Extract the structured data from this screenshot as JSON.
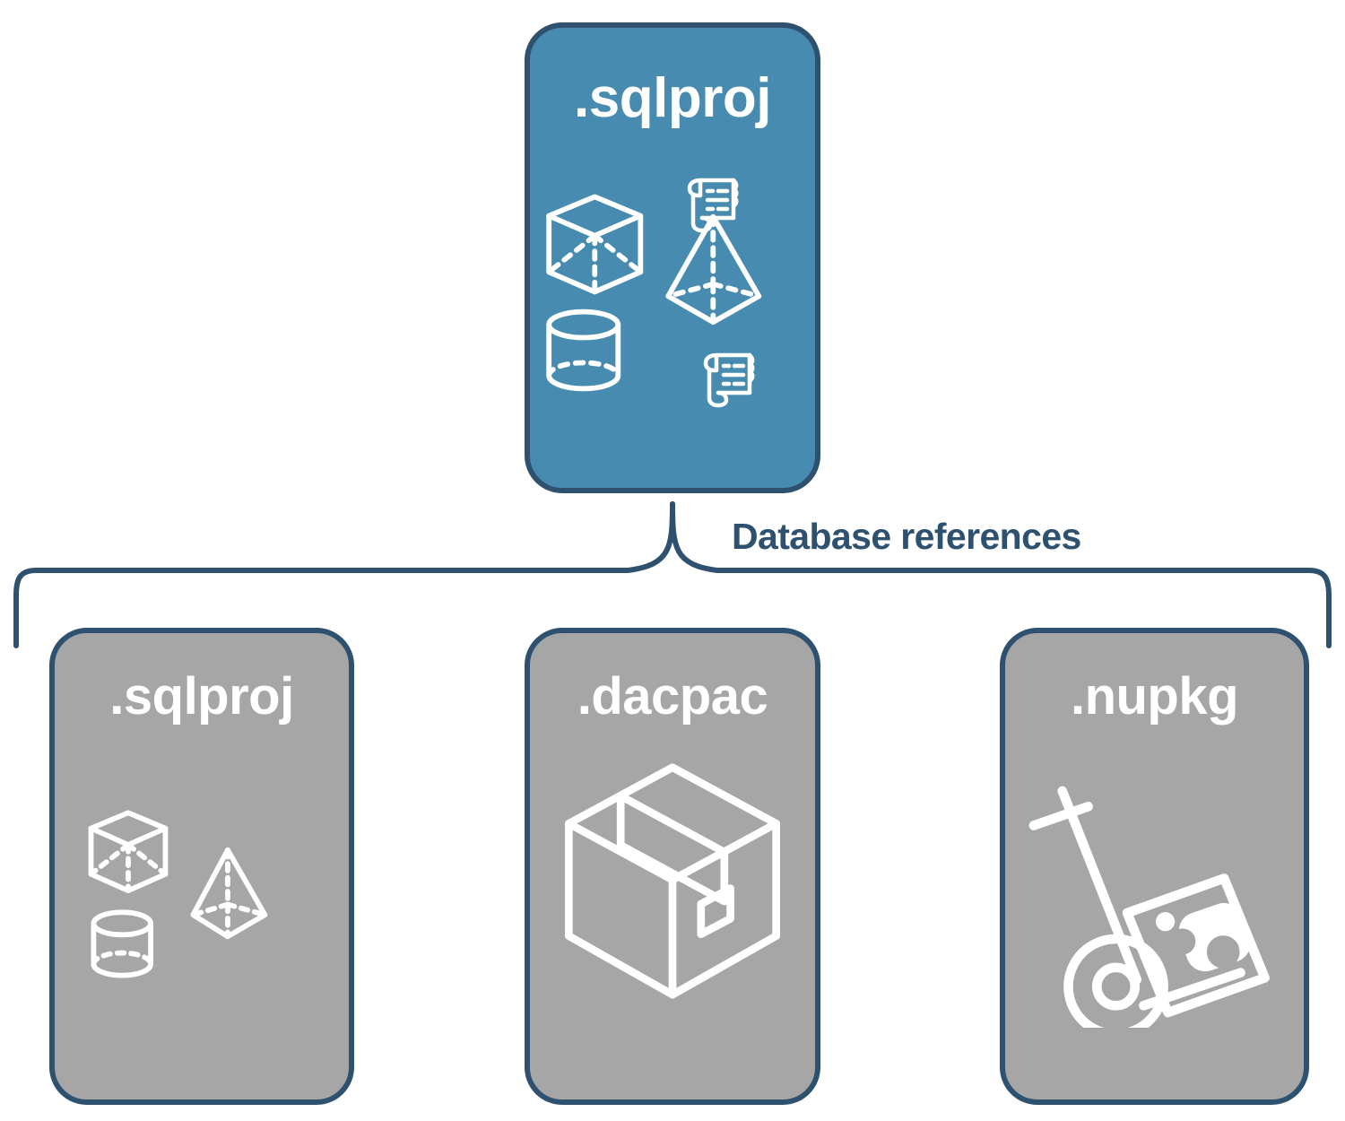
{
  "diagram": {
    "title_node": {
      "label": ".sqlproj",
      "kind": "sql-database-project",
      "fill_color": "#478CB0",
      "border_color": "#2E5170",
      "text_color": "#FFFFFF",
      "icons": [
        "cube-icon",
        "scroll-icon",
        "pyramid-icon",
        "cylinder-icon",
        "scroll-icon"
      ]
    },
    "connector": {
      "label": "Database references",
      "label_color": "#2E5170",
      "line_color": "#2E5170",
      "shape": "curly-brace"
    },
    "reference_nodes": [
      {
        "label": ".sqlproj",
        "kind": "sql-database-project-reference",
        "fill_color": "#A6A6A6",
        "border_color": "#2E5170",
        "text_color": "#FFFFFF",
        "icons": [
          "cube-icon",
          "pyramid-icon",
          "cylinder-icon"
        ]
      },
      {
        "label": ".dacpac",
        "kind": "data-tier-application-package",
        "fill_color": "#A6A6A6",
        "border_color": "#2E5170",
        "text_color": "#FFFFFF",
        "icons": [
          "shipping-box-icon"
        ]
      },
      {
        "label": ".nupkg",
        "kind": "nuget-package",
        "fill_color": "#A6A6A6",
        "border_color": "#2E5170",
        "text_color": "#FFFFFF",
        "icons": [
          "hand-truck-icon"
        ]
      }
    ]
  }
}
